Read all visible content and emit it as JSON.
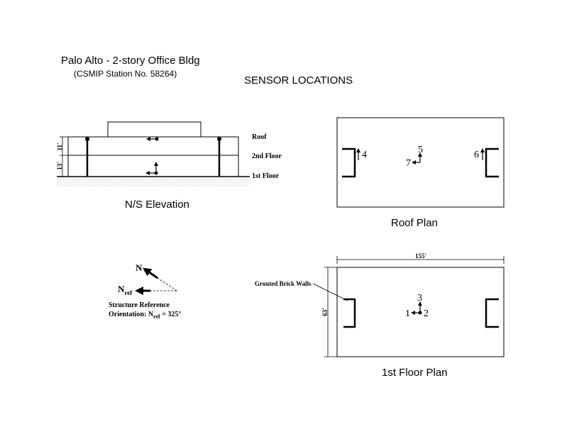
{
  "title": "Palo Alto - 2-story Office Bldg",
  "subtitle": "(CSMIP Station No. 58264)",
  "heading": "SENSOR LOCATIONS",
  "elevation": {
    "caption": "N/S Elevation",
    "levels": {
      "roof": "Roof",
      "second": "2nd Floor",
      "first": "1st Floor"
    },
    "dims": {
      "upper": "11'",
      "lower": "13'"
    }
  },
  "roof_plan": {
    "caption": "Roof Plan",
    "sensors": {
      "s4": "4",
      "s5": "5",
      "s6": "6",
      "s7": "7"
    }
  },
  "floor_plan": {
    "caption": "1st Floor Plan",
    "width_dim": "155'",
    "depth_dim": "63'",
    "walls_label": "Grouted Brick Walls",
    "sensors": {
      "s1": "1",
      "s2": "2",
      "s3": "3"
    }
  },
  "orientation": {
    "north": "N",
    "nref": "N",
    "nref_sub": "ref",
    "line1": "Structure Reference",
    "line2_prefix": "Orientation: N",
    "line2_sub": "ref",
    "line2_suffix": " = 325°"
  }
}
